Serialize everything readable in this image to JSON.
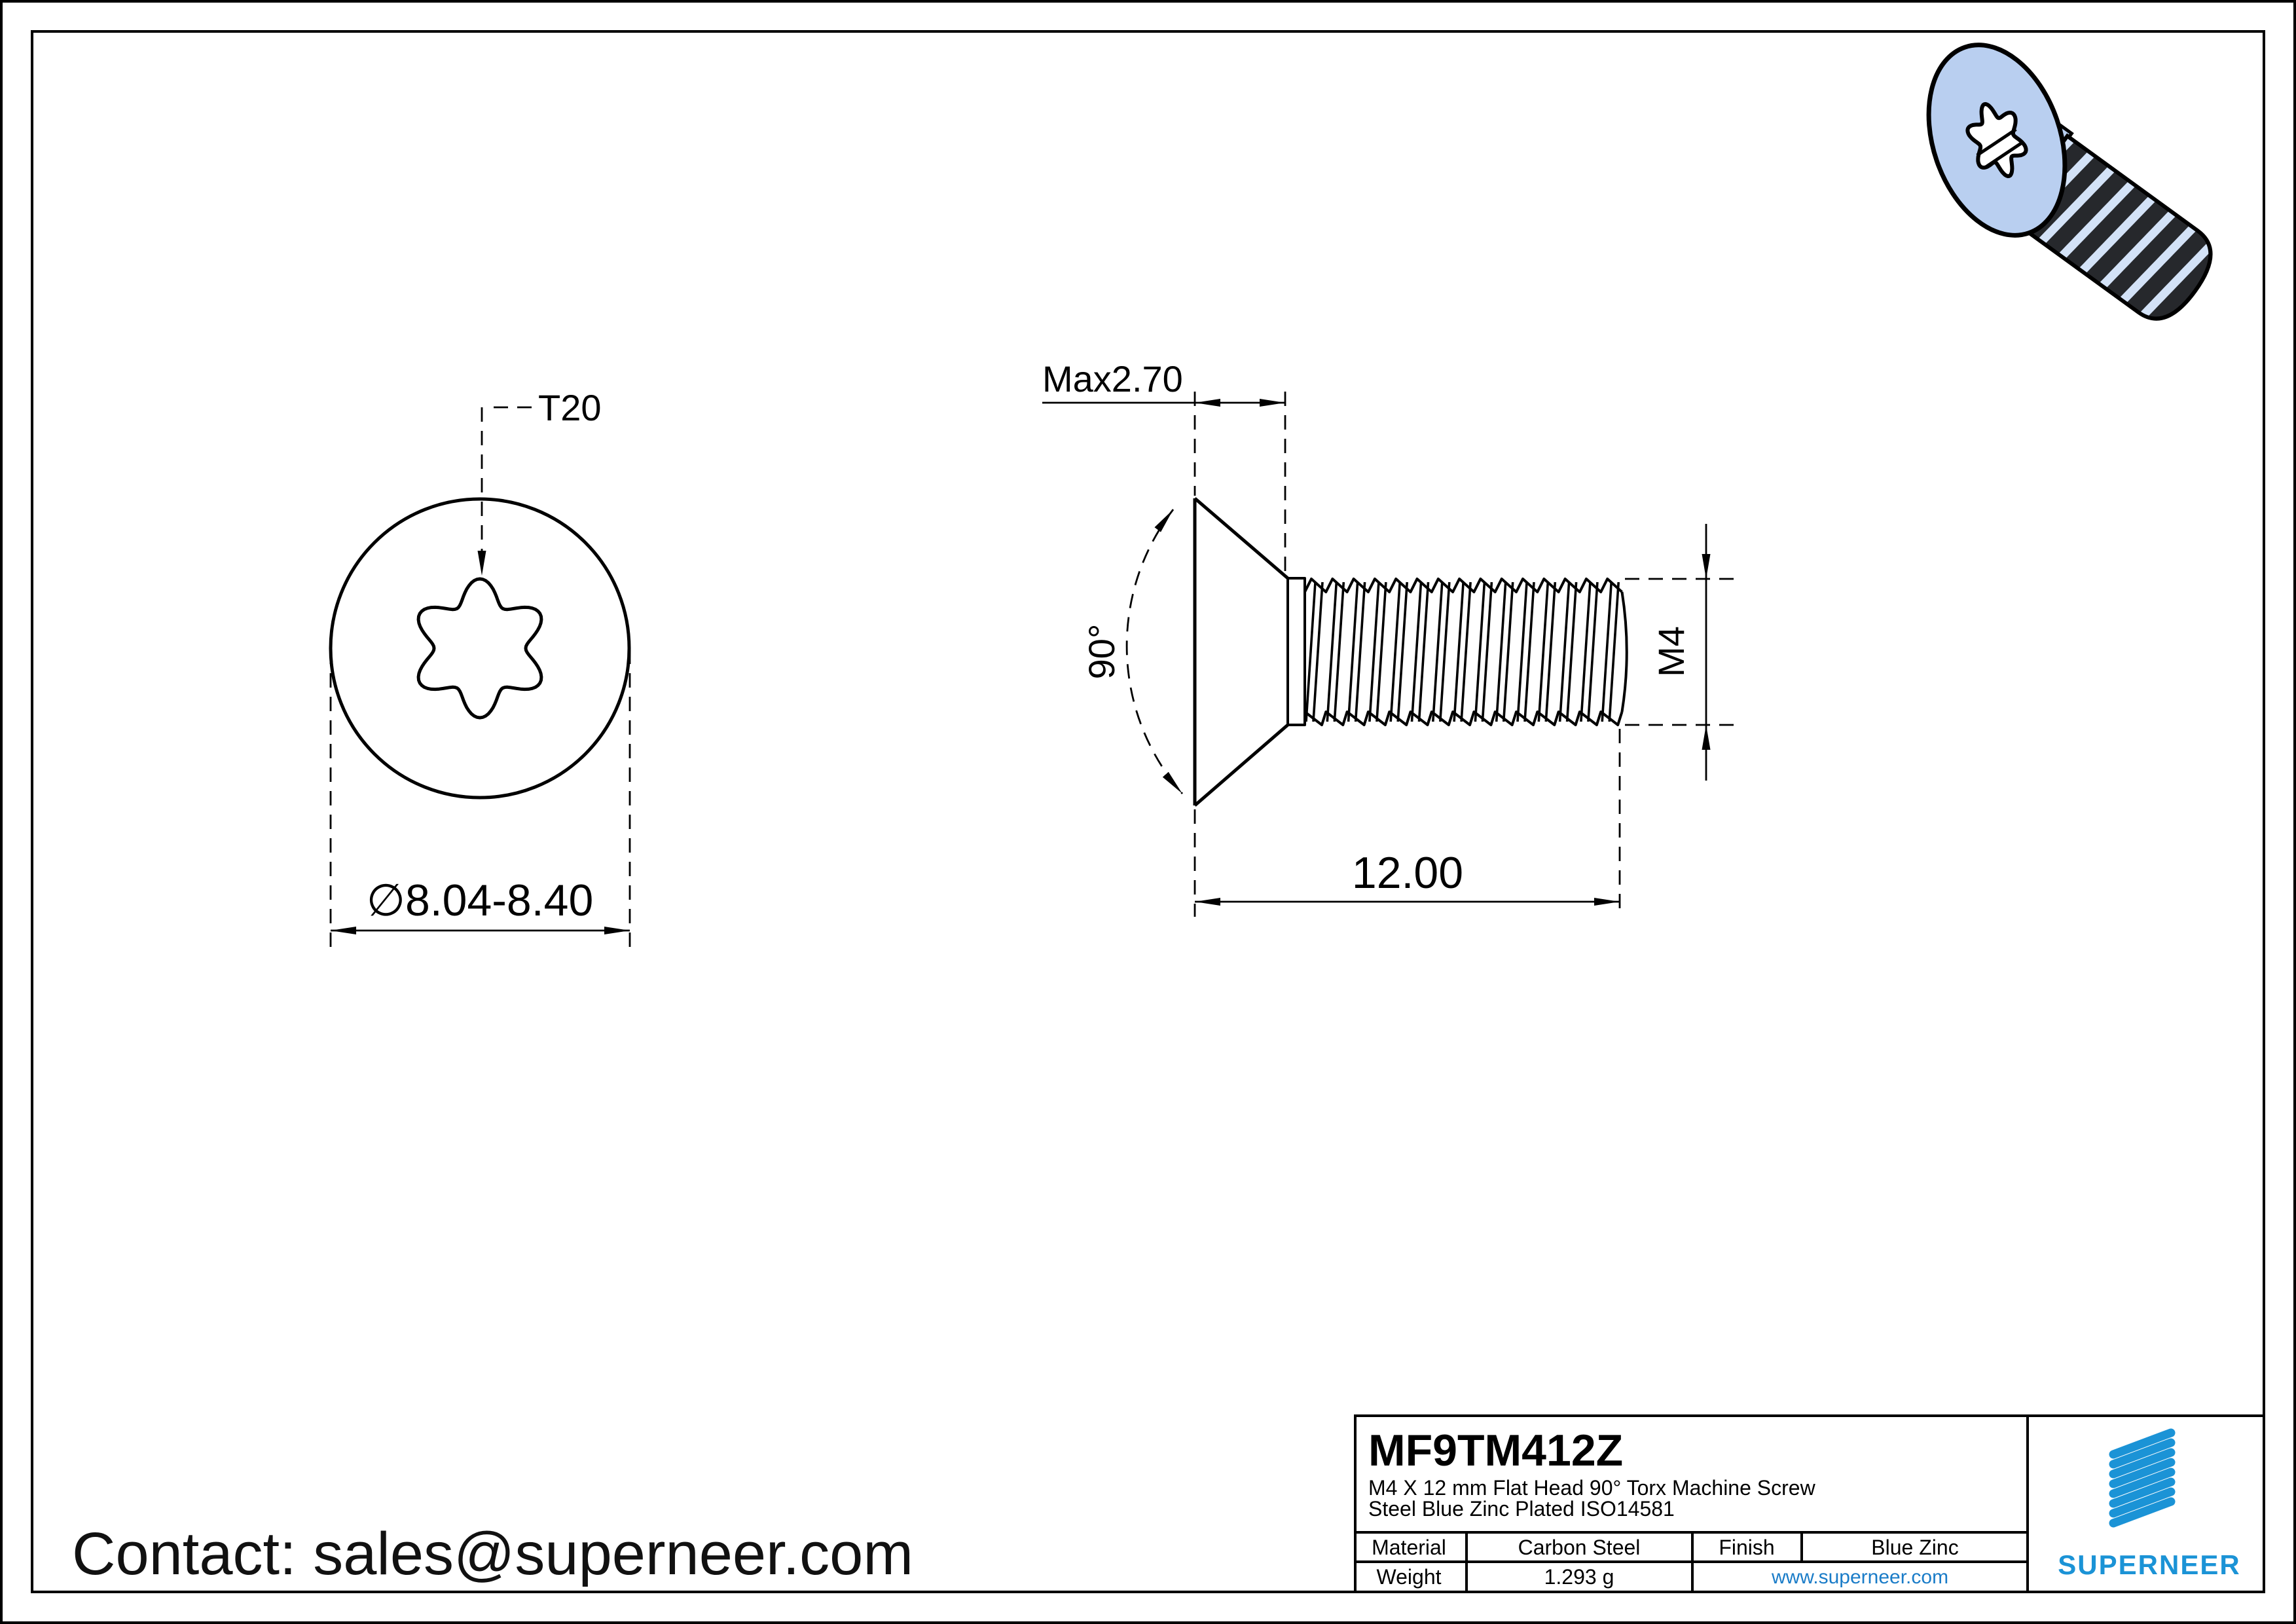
{
  "front_view": {
    "torx_label": "T20",
    "diameter_label": "∅8.04-8.40"
  },
  "side_view": {
    "head_height_label": "Max2.70",
    "angle_label": "90°",
    "thread_size_label": "M4",
    "length_label": "12.00"
  },
  "contact": {
    "text": "Contact: sales@superneer.com"
  },
  "title_block": {
    "part_number": "MF9TM412Z",
    "description_line1": "M4  X 12 mm Flat Head 90°  Torx Machine Screw",
    "description_line2": "Steel Blue Zinc Plated ISO14581",
    "material_label": "Material",
    "material_value": "Carbon Steel",
    "finish_label": "Finish",
    "finish_value": "Blue Zinc",
    "weight_label": "Weight",
    "weight_value": "1.293 g",
    "website": "www.superneer.com",
    "brand": "SUPERNEER"
  },
  "colors": {
    "accent_blue": "#1b93d6",
    "link_blue": "#1a7cc8",
    "screw_blue": "#b9cff0",
    "screw_highlight": "#d3e2f7",
    "thread_dark": "#26282c",
    "line_black": "#000000"
  }
}
